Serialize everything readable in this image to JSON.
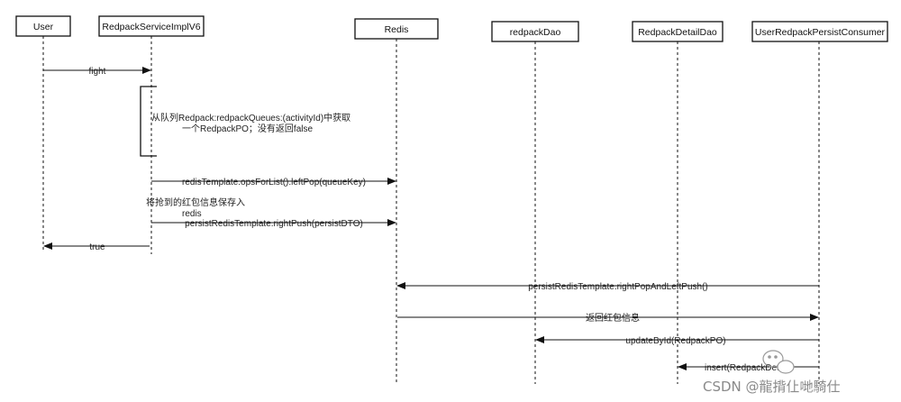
{
  "participants": [
    {
      "id": "user",
      "label": "User"
    },
    {
      "id": "service",
      "label": "RedpackServiceImplV6"
    },
    {
      "id": "redis",
      "label": "Redis"
    },
    {
      "id": "dao",
      "label": "redpackDao"
    },
    {
      "id": "detail_dao",
      "label": "RedpackDetailDao"
    },
    {
      "id": "consumer",
      "label": "UserRedpackPersistConsumer"
    }
  ],
  "messages": [
    {
      "id": "fight",
      "label": "fight"
    },
    {
      "id": "left_pop",
      "label": "redisTemplate.opsForList().leftPop(queueKey)"
    },
    {
      "id": "right_push",
      "label": "persistRedisTemplate.rightPush(persistDTO)"
    },
    {
      "id": "true",
      "label": "true"
    },
    {
      "id": "right_pop_left_push",
      "label": "persistRedisTemplate.rightPopAndLeftPush()"
    },
    {
      "id": "return_info",
      "label": "返回红包信息"
    },
    {
      "id": "update_by_id",
      "label": "updateById(RedpackPO)"
    },
    {
      "id": "insert",
      "label": "insert(RedpackDeta"
    }
  ],
  "notes": {
    "queue_note_line1": "从队列Redpack:redpackQueues:(activityId)中获取",
    "queue_note_line2": "一个RedpackPO；没有返回false",
    "save_note_line1": "将抢到的红包信息保存入",
    "save_note_line2": "redis"
  },
  "watermark": {
    "text": "CSDN @龍揹仩哋騎仕",
    "icon": "wechat-icon"
  }
}
